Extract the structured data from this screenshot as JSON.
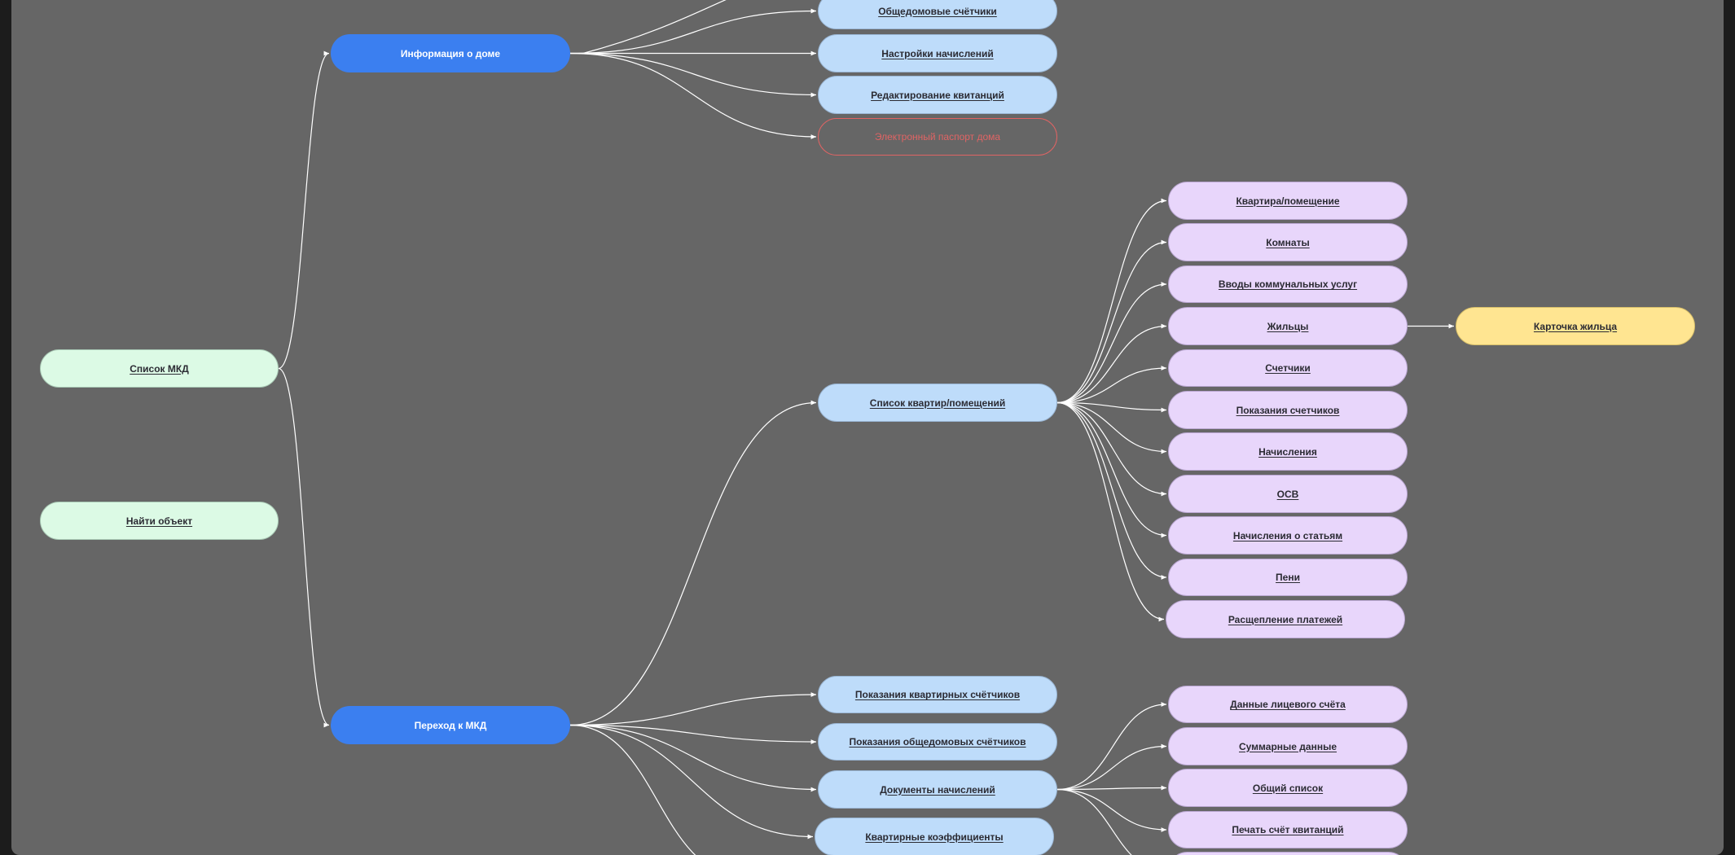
{
  "nodes": {
    "spisok_mkd": "Список МКД",
    "nayti_obekt": "Найти объект",
    "info_o_dome": "Информация о доме",
    "perehod_k_mkd": "Переход к МКД",
    "obshchedomovye_schetchiki": "Общедомовые счётчики",
    "nastroyki_nachisleniy": "Настройки начислений",
    "redaktirovanie_kvitanciy": "Редактирование квитанций",
    "elektronnyy_pasport": "Электронный паспорт дома",
    "spisok_kvartir": "Список квартир/помещений",
    "pokazaniya_kvartirnyh": "Показания квартирных счётчиков",
    "pokazaniya_obshchedomovyh": "Показания общедомовых счётчиков",
    "dokumenty_nachisleniy": "Документы начислений",
    "kvartirnye_koefficienty": "Квартирные коэффициенты",
    "kvartira_pomeshchenie": "Квартира/помещение",
    "komnaty": "Комнаты",
    "vvody_kommunalnyh": "Вводы коммунальных услуг",
    "zhiltsy": "Жильцы",
    "schetchiki": "Счетчики",
    "pokazaniya_schetchikov": "Показания счетчиков",
    "nachisleniya": "Начисления",
    "osv": "ОСВ",
    "nachisleniya_po_statyam": "Начисления о статьям",
    "peni": "Пени",
    "rasshcheplenie_platezhey": "Расщепление платежей",
    "kartochka_zhiltsa": "Карточка жильца",
    "dannye_licevogo_scheta": "Данные лицевого счёта",
    "summarnye_dannye": "Суммарные данные",
    "obshchiy_spisok": "Общий список",
    "pechat_schet_kvitanciy": "Печать счёт квитанций"
  },
  "edges": [
    [
      "spisok_mkd",
      "info_o_dome"
    ],
    [
      "spisok_mkd",
      "perehod_k_mkd"
    ],
    [
      "info_o_dome",
      "obshchedomovye_schetchiki"
    ],
    [
      "info_o_dome",
      "nastroyki_nachisleniy"
    ],
    [
      "info_o_dome",
      "redaktirovanie_kvitanciy"
    ],
    [
      "info_o_dome",
      "elektronnyy_pasport"
    ],
    [
      "perehod_k_mkd",
      "spisok_kvartir"
    ],
    [
      "perehod_k_mkd",
      "pokazaniya_kvartirnyh"
    ],
    [
      "perehod_k_mkd",
      "pokazaniya_obshchedomovyh"
    ],
    [
      "perehod_k_mkd",
      "dokumenty_nachisleniy"
    ],
    [
      "perehod_k_mkd",
      "kvartirnye_koefficienty"
    ],
    [
      "spisok_kvartir",
      "kvartira_pomeshchenie"
    ],
    [
      "spisok_kvartir",
      "komnaty"
    ],
    [
      "spisok_kvartir",
      "vvody_kommunalnyh"
    ],
    [
      "spisok_kvartir",
      "zhiltsy"
    ],
    [
      "spisok_kvartir",
      "schetchiki"
    ],
    [
      "spisok_kvartir",
      "pokazaniya_schetchikov"
    ],
    [
      "spisok_kvartir",
      "nachisleniya"
    ],
    [
      "spisok_kvartir",
      "osv"
    ],
    [
      "spisok_kvartir",
      "nachisleniya_po_statyam"
    ],
    [
      "spisok_kvartir",
      "peni"
    ],
    [
      "spisok_kvartir",
      "rasshcheplenie_platezhey"
    ],
    [
      "zhiltsy",
      "kartochka_zhiltsa"
    ],
    [
      "dokumenty_nachisleniy",
      "dannye_licevogo_scheta"
    ],
    [
      "dokumenty_nachisleniy",
      "summarnye_dannye"
    ],
    [
      "dokumenty_nachisleniy",
      "obshchiy_spisok"
    ],
    [
      "dokumenty_nachisleniy",
      "pechat_schet_kvitanciy"
    ]
  ],
  "colors": {
    "canvas": "#666666",
    "edge": "#ffffff",
    "root": "#dcfae5",
    "section": "#3b7ff0",
    "page": "#bedcfa",
    "subpage": "#e8d6fb",
    "detail": "#ffe591",
    "disabled": "#e06464"
  }
}
